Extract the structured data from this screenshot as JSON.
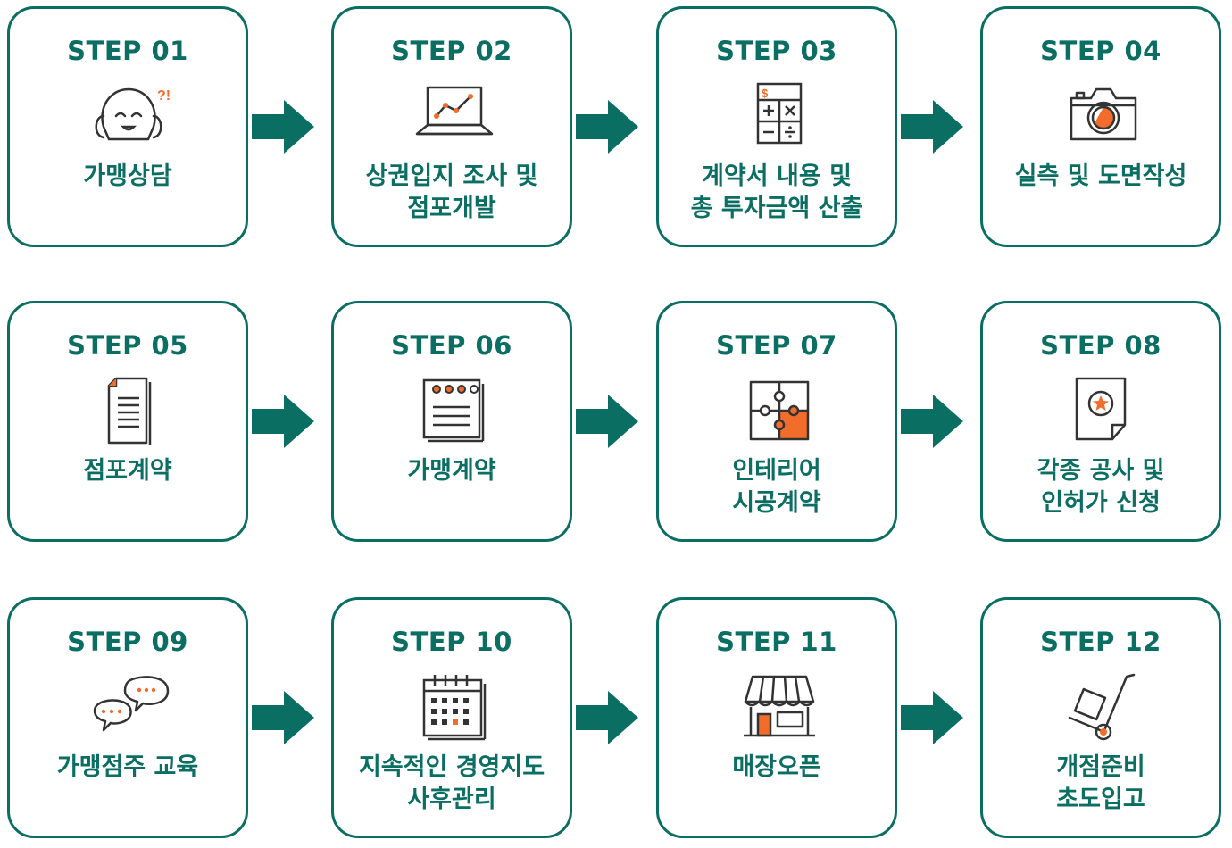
{
  "steps": [
    {
      "label": "STEP 01",
      "title": "가맹상담",
      "icon": "consultation-face-icon"
    },
    {
      "label": "STEP 02",
      "title": "상권입지 조사 및\n점포개발",
      "icon": "laptop-chart-icon"
    },
    {
      "label": "STEP 03",
      "title": "계약서 내용 및\n총 투자금액 산출",
      "icon": "calculator-icon"
    },
    {
      "label": "STEP 04",
      "title": "실측 및 도면작성",
      "icon": "camera-icon"
    },
    {
      "label": "STEP 05",
      "title": "점포계약",
      "icon": "document-icon"
    },
    {
      "label": "STEP 06",
      "title": "가맹계약",
      "icon": "notepad-icon"
    },
    {
      "label": "STEP 07",
      "title": "인테리어\n시공계약",
      "icon": "puzzle-icon"
    },
    {
      "label": "STEP 08",
      "title": "각종 공사 및\n인허가 신청",
      "icon": "certificate-icon"
    },
    {
      "label": "STEP 09",
      "title": "가맹점주 교육",
      "icon": "chat-bubbles-icon"
    },
    {
      "label": "STEP 10",
      "title": "지속적인 경영지도\n사후관리",
      "icon": "calendar-icon"
    },
    {
      "label": "STEP 11",
      "title": "매장오픈",
      "icon": "storefront-icon"
    },
    {
      "label": "STEP 12",
      "title": "개점준비\n초도입고",
      "icon": "hand-truck-icon"
    }
  ],
  "colors": {
    "primary": "#0b6e62",
    "accent": "#f26c2b",
    "line": "#333333"
  }
}
